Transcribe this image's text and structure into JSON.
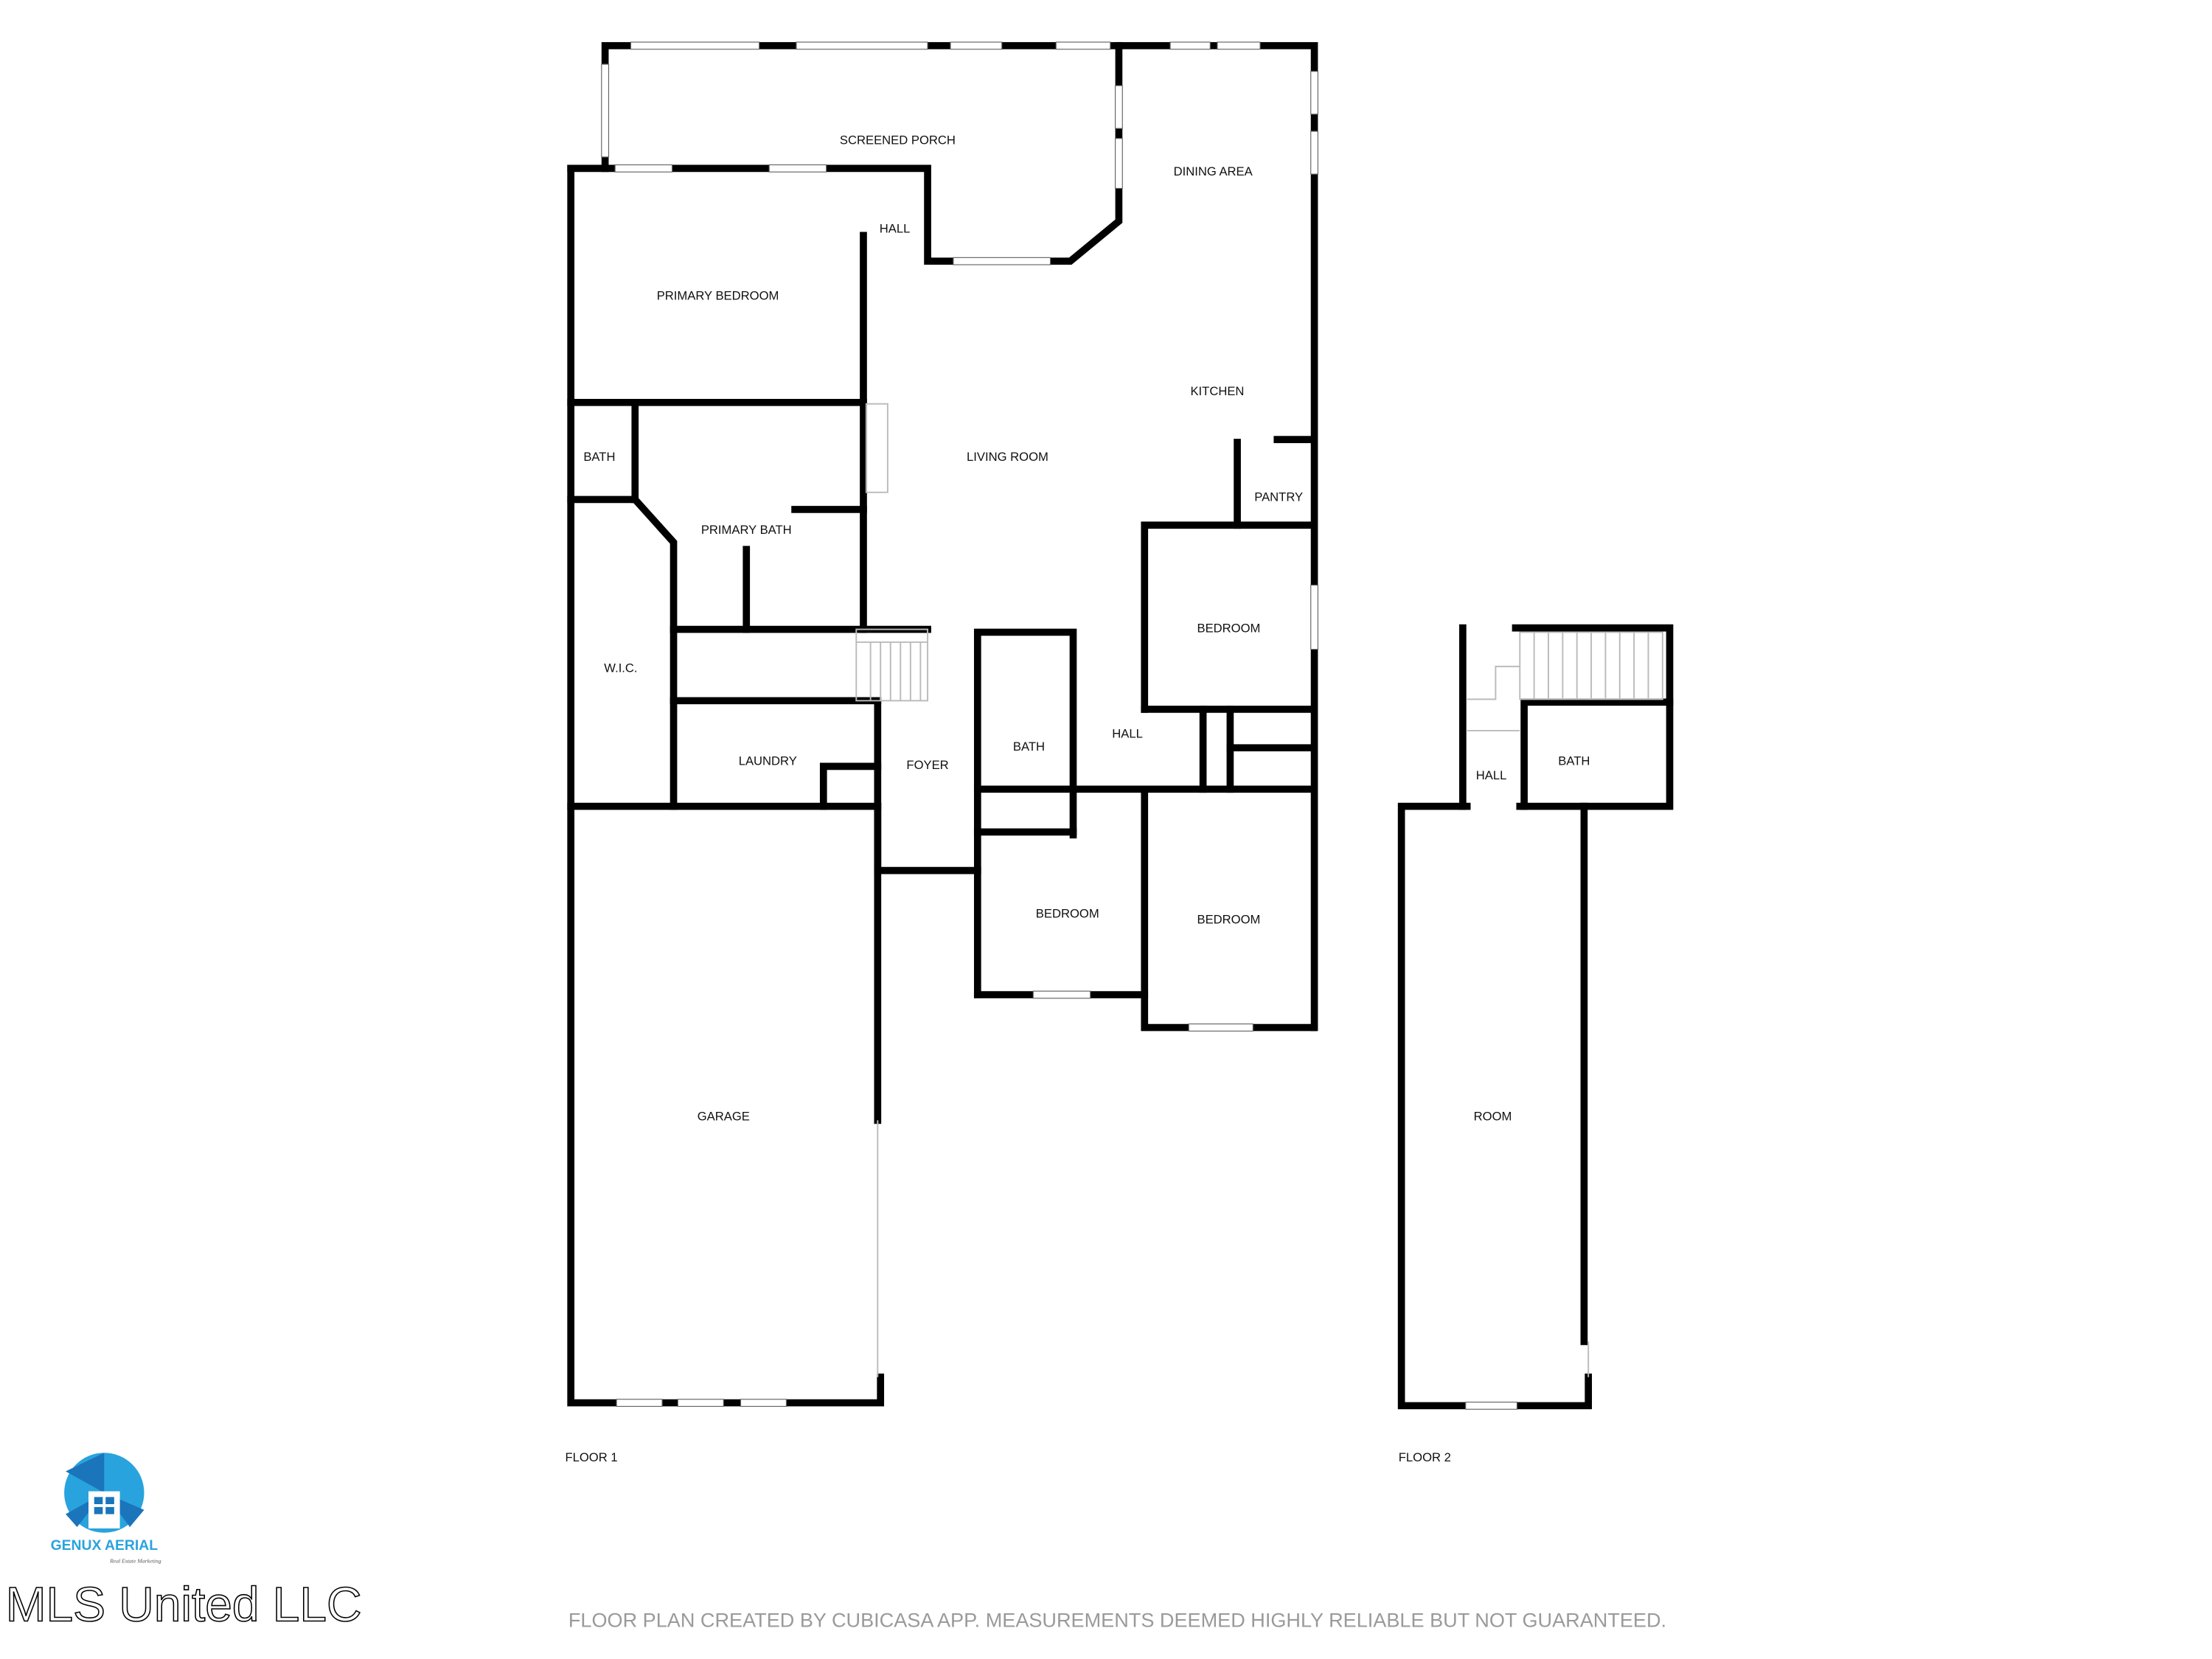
{
  "floor_plan": {
    "rooms": {
      "screened_porch": "SCREENED PORCH",
      "dining_area": "DINING AREA",
      "hall_top": "HALL",
      "primary_bedroom": "PRIMARY BEDROOM",
      "kitchen": "KITCHEN",
      "living_room": "LIVING ROOM",
      "bath_small": "BATH",
      "pantry": "PANTRY",
      "primary_bath": "PRIMARY BATH",
      "bedroom_right": "BEDROOM",
      "wic": "W.I.C.",
      "bath_mid": "BATH",
      "hall_mid": "HALL",
      "laundry": "LAUNDRY",
      "foyer": "FOYER",
      "bedroom_mid": "BEDROOM",
      "bedroom_lower_right": "BEDROOM",
      "garage": "GARAGE",
      "hall_floor2": "HALL",
      "bath_floor2": "BATH",
      "room_floor2": "ROOM"
    },
    "floor_labels": [
      "FLOOR 1",
      "FLOOR 2"
    ]
  },
  "footer": {
    "disclaimer": "FLOOR PLAN CREATED BY CUBICASA APP. MEASUREMENTS DEEMED HIGHLY RELIABLE BUT NOT GUARANTEED.",
    "watermark": "MLS United LLC",
    "logo_text": "GENUX AERIAL",
    "logo_tagline": "Real Estate Marketing"
  },
  "colors": {
    "wall": "#000000",
    "logo_light": "#29a3dd",
    "logo_dark": "#1a75bb"
  }
}
